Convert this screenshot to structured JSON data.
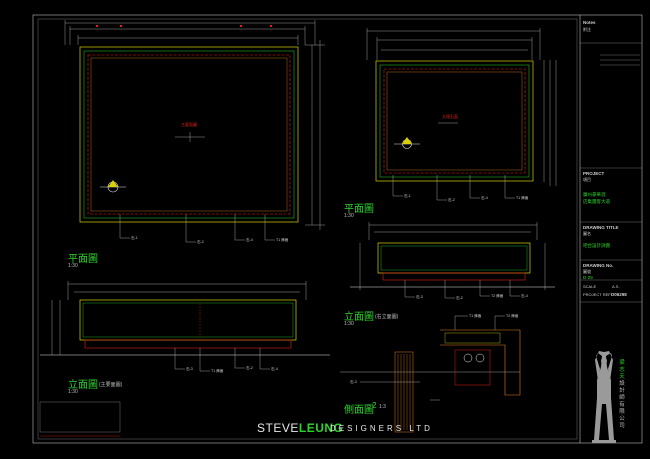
{
  "title_block": {
    "notes_heading": "Notes",
    "notes_sub": "附注",
    "project_heading": "PROJECT",
    "project_sub": "項目",
    "project_name_line1": "廣州豪華酒",
    "project_name_line2": "店集團客大道",
    "drawing_title_heading": "DRAWING TITLE",
    "drawing_title_sub": "圖名",
    "drawing_title_value": "吧台設計詳圖",
    "drawing_no_heading": "DRAWING No.",
    "drawing_no_sub": "圖號",
    "drawing_no_value": "D-29",
    "scale_label": "SCALE",
    "scale_value": "A.S.",
    "project_ref_label": "PROJECT REF",
    "project_ref_value": "D06298"
  },
  "views": {
    "plan_left": "平面圖",
    "plan_left_scale": "1:30",
    "plan_right": "平面圖",
    "plan_right_scale": "1:30",
    "elev_left": "立面圖",
    "elev_left_tag": "(主要面圖)",
    "elev_left_scale": "1:30",
    "elev_right": "立面圖",
    "elev_right_tag": "(右立面圖)",
    "elev_right_scale": "1:30",
    "section": "側面圖",
    "section_num": "2",
    "section_scale": "1:3"
  },
  "annotations": {
    "plan_left_center": "主要面圖",
    "plan_right_center": "大理石面",
    "tag_a": "石-1",
    "tag_b": "石-2",
    "tag_c": "石-3",
    "tag_d": "石-4",
    "tag_t1": "T1 飾面",
    "tag_t2": "T2 飾面"
  },
  "branding": {
    "steve": "STEVE",
    "leung": "LEUNG",
    "designers": "DESIGNERS LTD"
  },
  "side_menu": [
    "梁",
    "志",
    "天",
    "設",
    "計",
    "師",
    "有",
    "限",
    "公",
    "司"
  ],
  "colors": {
    "background": "#000000",
    "accent_green": "#2bd42b",
    "cad_red": "#e0201b",
    "cad_yellow": "#d8d000",
    "cad_orange": "#e08020",
    "line_grey": "#bdbdbd"
  }
}
